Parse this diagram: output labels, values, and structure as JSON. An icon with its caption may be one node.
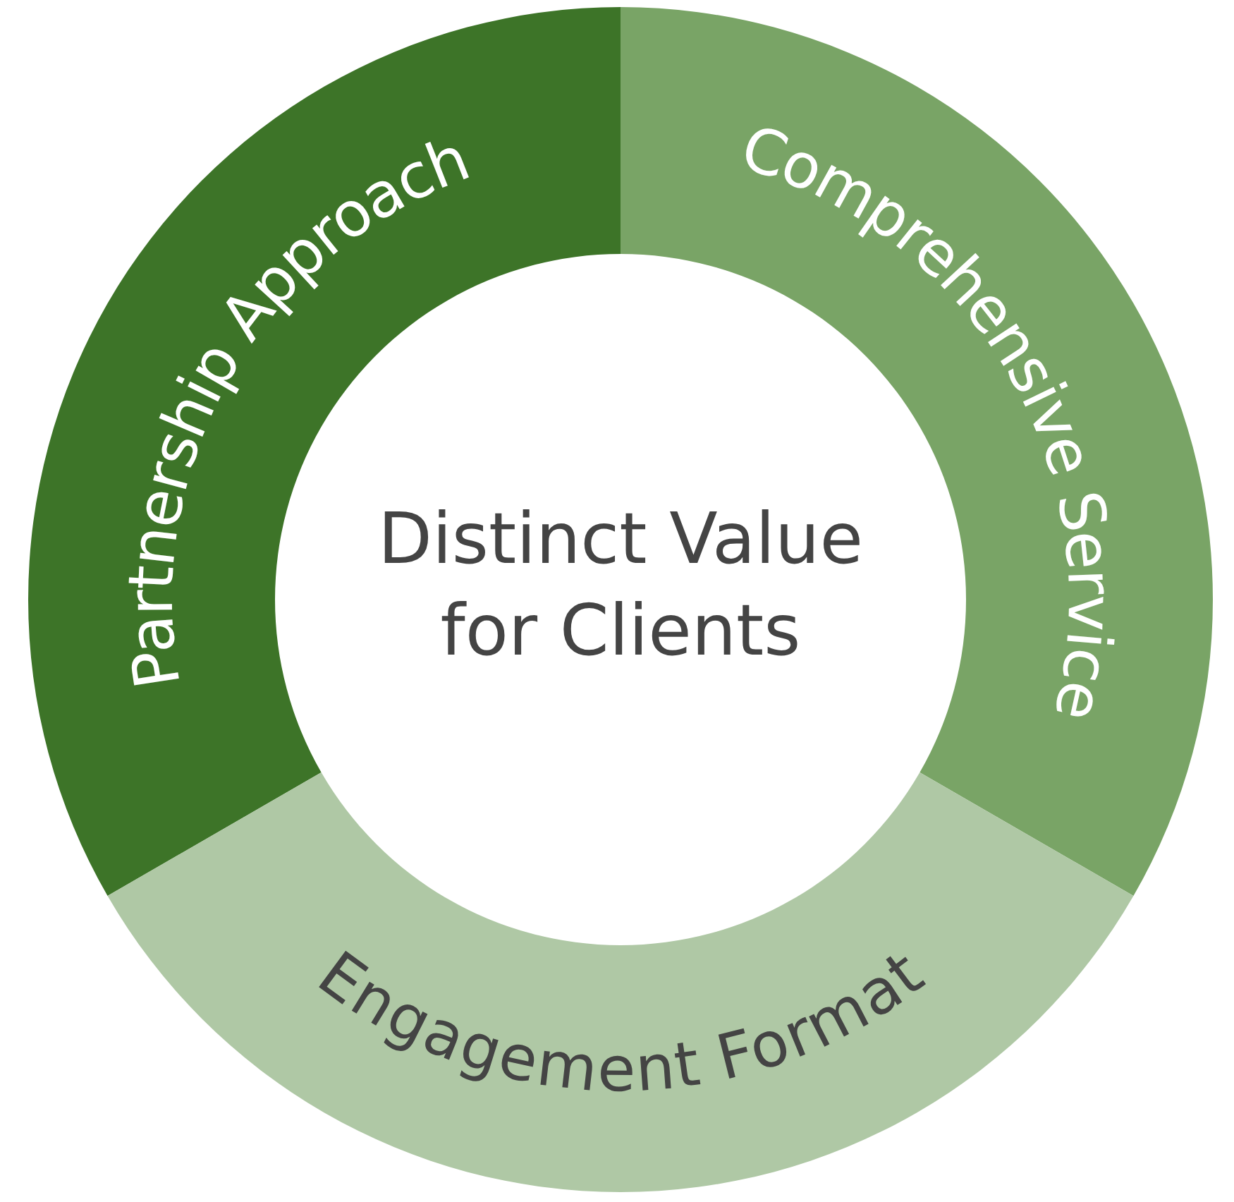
{
  "diagram": {
    "nodes": [
      {
        "text": [
          "Partnership Approach"
        ]
      },
      {
        "text": [
          "Comprehensive Service"
        ]
      },
      {
        "text": [
          "Engagement Format"
        ]
      },
      {
        "text": [
          "Distinct Value for Clients"
        ]
      }
    ]
  }
}
